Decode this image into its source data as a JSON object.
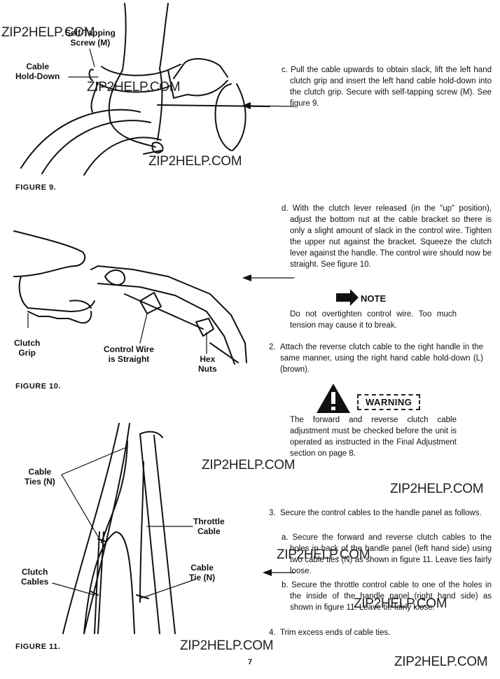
{
  "figures": {
    "fig9": {
      "caption": "FIGURE 9.",
      "labels": {
        "screw": "Self-Tapping\nScrew (M)",
        "holddown": "Cable\nHold-Down"
      }
    },
    "fig10": {
      "caption": "FIGURE 10.",
      "labels": {
        "grip": "Clutch\nGrip",
        "wire": "Control Wire\nis Straight",
        "nuts": "Hex\nNuts"
      }
    },
    "fig11": {
      "caption": "FIGURE 11.",
      "labels": {
        "ties": "Cable\nTies (N)",
        "throttle": "Throttle\nCable",
        "clutch": "Clutch\nCables",
        "tie": "Cable\nTie (N)"
      }
    }
  },
  "steps": {
    "c": "c. Pull the cable upwards to obtain slack, lift the left hand clutch grip and insert the left hand cable hold-down into the clutch grip. Secure with self-tapping screw (M). See figure 9.",
    "d": "d. With the clutch lever released (in the \"up\" position), adjust the bottom nut at the cable bracket so there is only a slight amount of slack in the control wire. Tighten the upper nut against the bracket. Squeeze the clutch lever against the handle. The control wire should now be straight. See figure 10.",
    "note_label": "NOTE",
    "note_text": "Do not overtighten control wire. Too much tension may cause it to break.",
    "s2_num": "2.",
    "s2": "Attach the reverse clutch cable to the right handle in the same manner, using the right hand cable hold-down (L) (brown).",
    "warning_label": "WARNING",
    "warning_text": "The forward and reverse clutch cable adjustment must be checked before the unit is operated as instructed in the Final Adjustment section on page 8.",
    "s3_num": "3.",
    "s3": "Secure the control cables to the handle panel as follows.",
    "s3a": "a. Secure the forward and reverse clutch cables to the holes in back of the handle panel (left hand side) using two cable ties (N) as shown in figure 11. Leave ties fairly loose.",
    "s3b": "b. Secure the throttle control cable to one of the holes in the inside of the handle panel (right hand side) as shown in figure 11. Leave tie fairly loose.",
    "s4_num": "4.",
    "s4": "Trim excess ends of cable ties."
  },
  "page_number": "7",
  "watermark": "ZIP2HELP.COM"
}
